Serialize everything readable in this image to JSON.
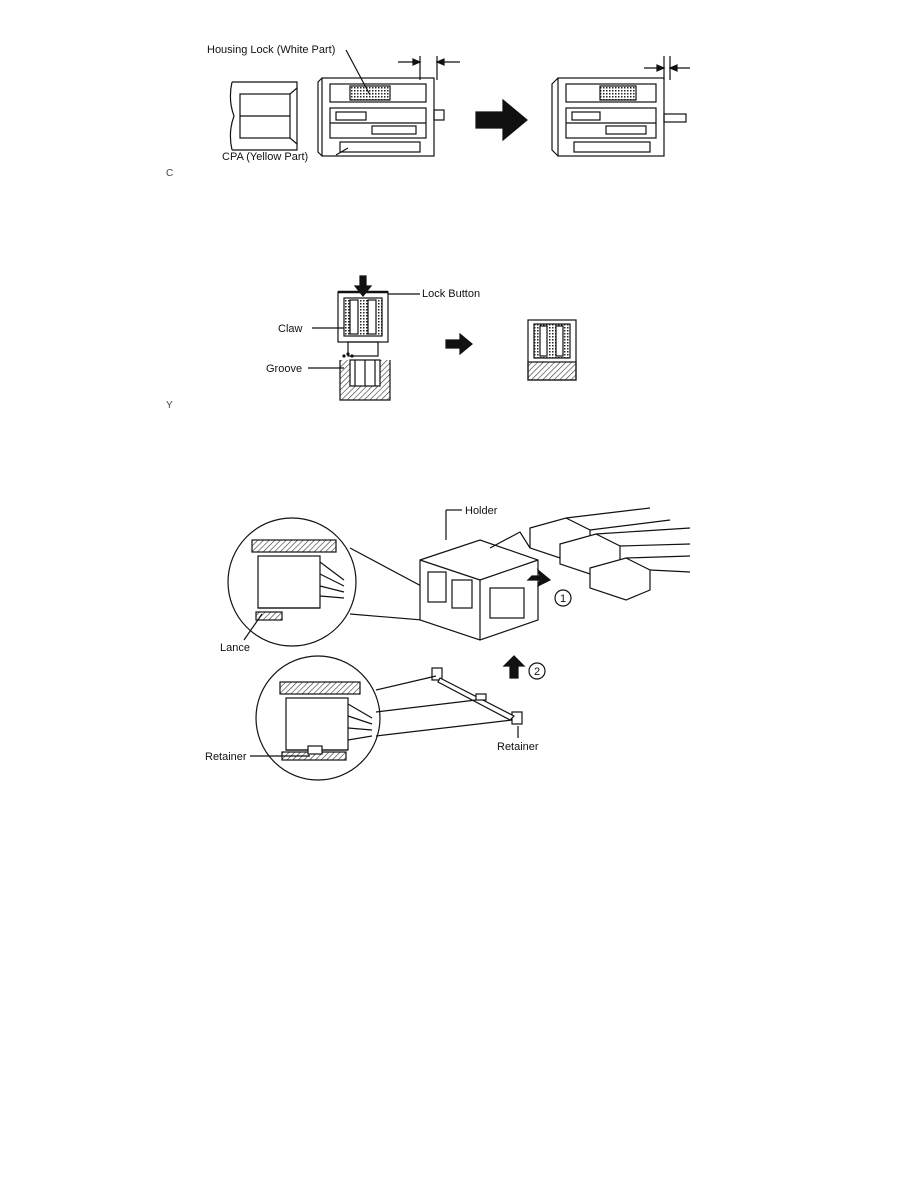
{
  "figure1": {
    "housing_lock_label": "Housing Lock (White Part)",
    "cpa_label": "CPA (Yellow Part)",
    "corner_mark": "C"
  },
  "figure2": {
    "lock_button_label": "Lock Button",
    "claw_label": "Claw",
    "groove_label": "Groove",
    "corner_mark": "Y"
  },
  "figure3": {
    "holder_label": "Holder",
    "lance_label": "Lance",
    "retainer_left_label": "Retainer",
    "retainer_right_label": "Retainer",
    "step1_number": "1",
    "step2_number": "2"
  },
  "colors": {
    "ink": "#111111",
    "paper": "#ffffff",
    "hatch": "#333333"
  }
}
